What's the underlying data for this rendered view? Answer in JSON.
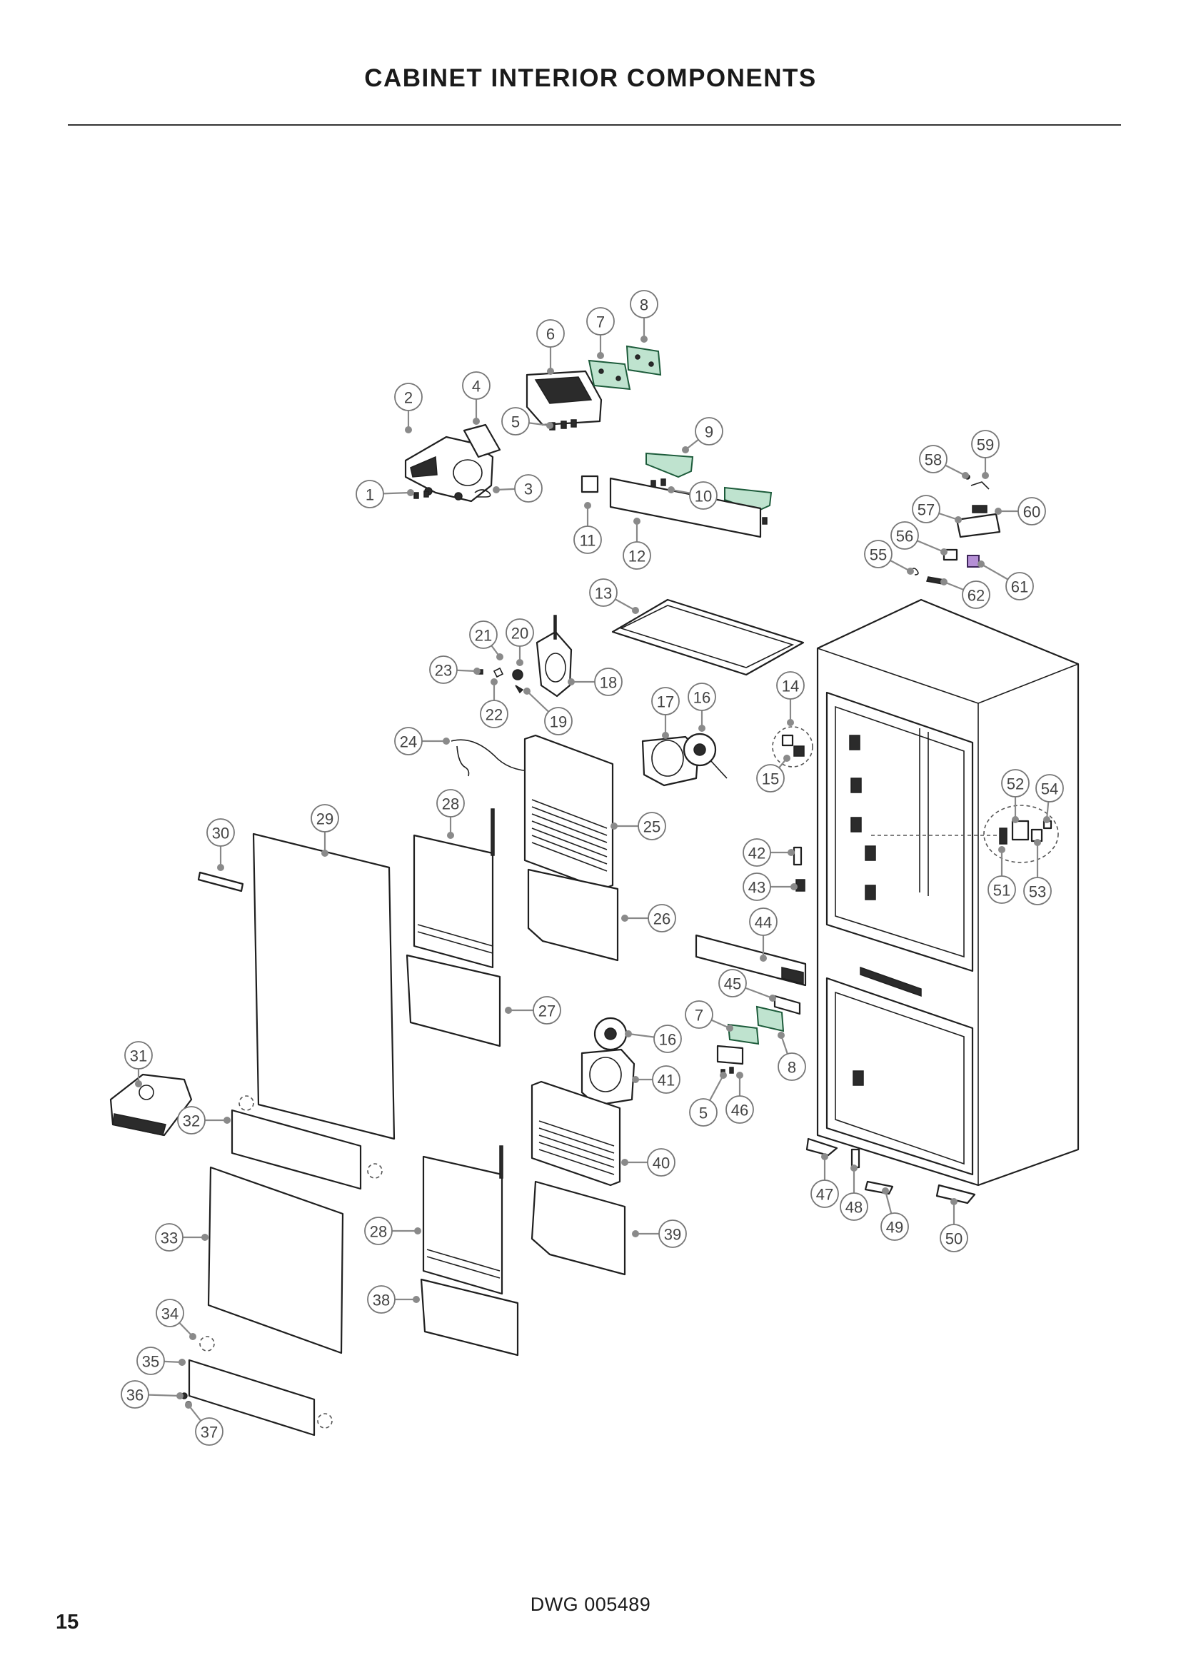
{
  "header": {
    "title": "CABINET INTERIOR COMPONENTS"
  },
  "footer": {
    "drawing_number": "DWG 005489",
    "page_number": "15"
  },
  "callouts": [
    {
      "id": "c1",
      "label": "1"
    },
    {
      "id": "c2",
      "label": "2"
    },
    {
      "id": "c3",
      "label": "3"
    },
    {
      "id": "c4",
      "label": "4"
    },
    {
      "id": "c5a",
      "label": "5"
    },
    {
      "id": "c6",
      "label": "6"
    },
    {
      "id": "c7a",
      "label": "7"
    },
    {
      "id": "c8a",
      "label": "8"
    },
    {
      "id": "c9",
      "label": "9"
    },
    {
      "id": "c10",
      "label": "10"
    },
    {
      "id": "c11",
      "label": "11"
    },
    {
      "id": "c12",
      "label": "12"
    },
    {
      "id": "c13",
      "label": "13"
    },
    {
      "id": "c14",
      "label": "14"
    },
    {
      "id": "c15",
      "label": "15"
    },
    {
      "id": "c16a",
      "label": "16"
    },
    {
      "id": "c17",
      "label": "17"
    },
    {
      "id": "c18",
      "label": "18"
    },
    {
      "id": "c19",
      "label": "19"
    },
    {
      "id": "c20",
      "label": "20"
    },
    {
      "id": "c21",
      "label": "21"
    },
    {
      "id": "c22",
      "label": "22"
    },
    {
      "id": "c23",
      "label": "23"
    },
    {
      "id": "c24",
      "label": "24"
    },
    {
      "id": "c25",
      "label": "25"
    },
    {
      "id": "c26",
      "label": "26"
    },
    {
      "id": "c27",
      "label": "27"
    },
    {
      "id": "c28a",
      "label": "28"
    },
    {
      "id": "c29",
      "label": "29"
    },
    {
      "id": "c30",
      "label": "30"
    },
    {
      "id": "c31",
      "label": "31"
    },
    {
      "id": "c32",
      "label": "32"
    },
    {
      "id": "c33",
      "label": "33"
    },
    {
      "id": "c34",
      "label": "34"
    },
    {
      "id": "c35",
      "label": "35"
    },
    {
      "id": "c36",
      "label": "36"
    },
    {
      "id": "c37",
      "label": "37"
    },
    {
      "id": "c38",
      "label": "38"
    },
    {
      "id": "c39",
      "label": "39"
    },
    {
      "id": "c40",
      "label": "40"
    },
    {
      "id": "c41",
      "label": "41"
    },
    {
      "id": "c42",
      "label": "42"
    },
    {
      "id": "c43",
      "label": "43"
    },
    {
      "id": "c44",
      "label": "44"
    },
    {
      "id": "c45",
      "label": "45"
    },
    {
      "id": "c46",
      "label": "46"
    },
    {
      "id": "c47",
      "label": "47"
    },
    {
      "id": "c48",
      "label": "48"
    },
    {
      "id": "c49",
      "label": "49"
    },
    {
      "id": "c50",
      "label": "50"
    },
    {
      "id": "c51",
      "label": "51"
    },
    {
      "id": "c52",
      "label": "52"
    },
    {
      "id": "c53",
      "label": "53"
    },
    {
      "id": "c54",
      "label": "54"
    },
    {
      "id": "c55",
      "label": "55"
    },
    {
      "id": "c56",
      "label": "56"
    },
    {
      "id": "c57",
      "label": "57"
    },
    {
      "id": "c58",
      "label": "58"
    },
    {
      "id": "c59",
      "label": "59"
    },
    {
      "id": "c60",
      "label": "60"
    },
    {
      "id": "c61",
      "label": "61"
    },
    {
      "id": "c62",
      "label": "62"
    },
    {
      "id": "c16b",
      "label": "16"
    },
    {
      "id": "c7b",
      "label": "7"
    },
    {
      "id": "c8b",
      "label": "8"
    },
    {
      "id": "c5b",
      "label": "5"
    },
    {
      "id": "c28b",
      "label": "28"
    }
  ]
}
